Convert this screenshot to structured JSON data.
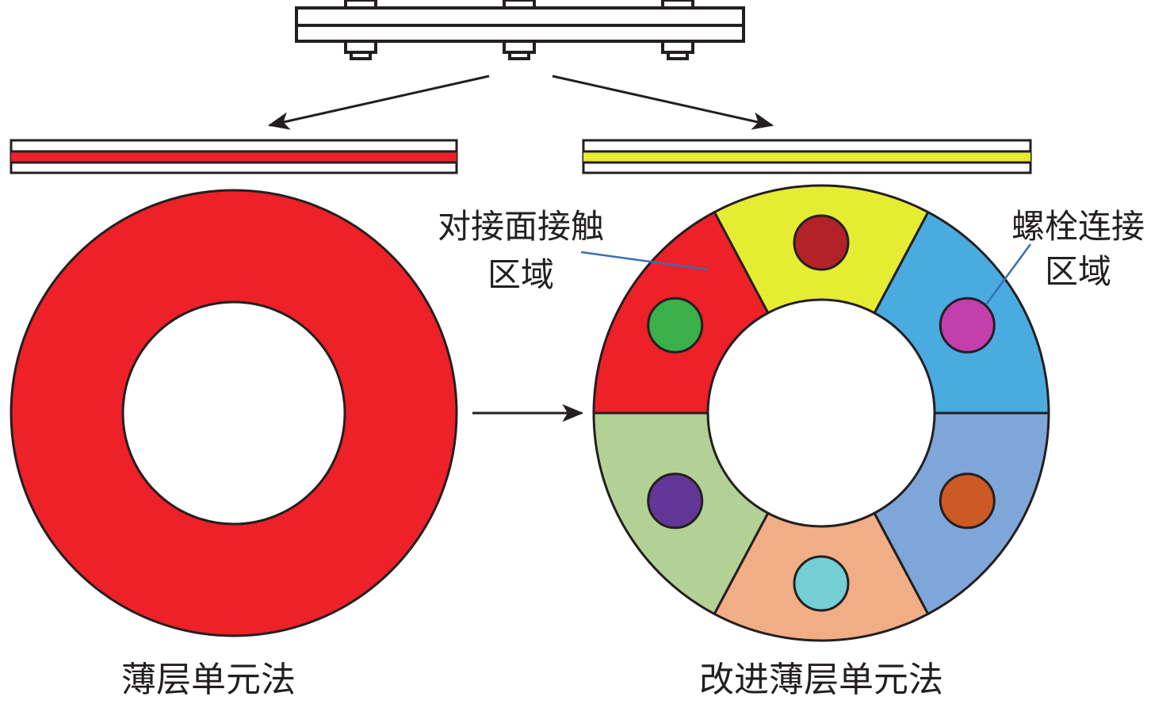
{
  "labels": {
    "contact_line1": "对接面接触",
    "contact_line2": "区域",
    "bolt_line1": "螺栓连接",
    "bolt_line2": "区域",
    "left_caption": "薄层单元法",
    "right_caption": "改进薄层单元法"
  },
  "colors": {
    "outline": "#231f20",
    "red": "#ee2028",
    "yellow": "#e6ec32",
    "blue": "#4aabe1",
    "periwinkle": "#7fa6d8",
    "peach": "#f1ae86",
    "sage": "#b3d194",
    "dark_red": "#b22228",
    "green": "#3aaf4a",
    "magenta": "#c33fac",
    "orange": "#cb5a24",
    "cyan": "#73cfd3",
    "purple": "#623696",
    "leader_line": "#3a6db5"
  }
}
